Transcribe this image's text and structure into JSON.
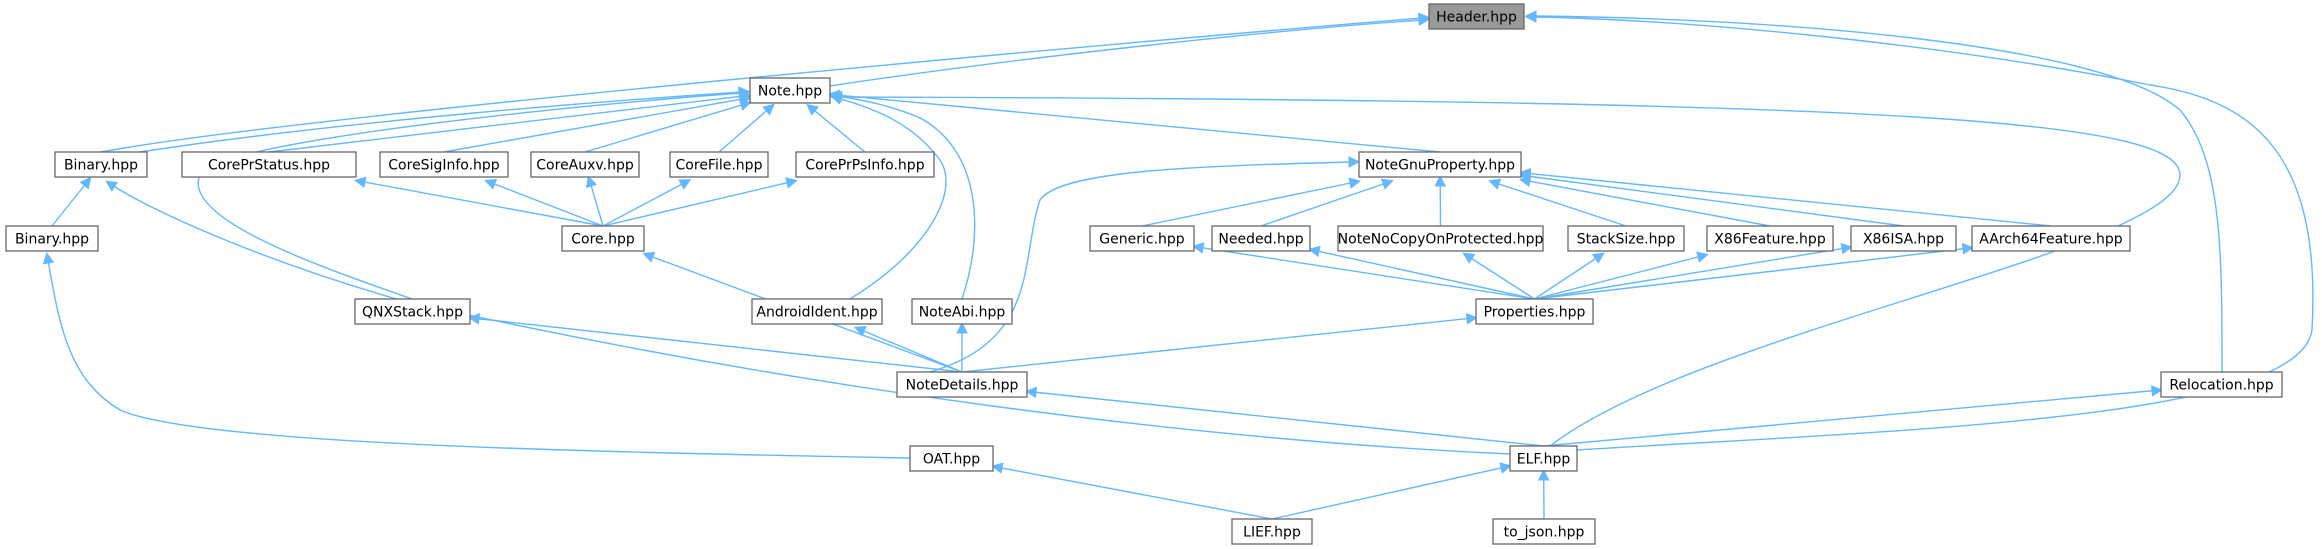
{
  "graph": {
    "nodes": [
      {
        "id": "header",
        "label": "Header.hpp",
        "highlight": true
      },
      {
        "id": "note",
        "label": "Note.hpp"
      },
      {
        "id": "binary1",
        "label": "Binary.hpp"
      },
      {
        "id": "coreprstatus",
        "label": "CorePrStatus.hpp"
      },
      {
        "id": "coresiginfo",
        "label": "CoreSigInfo.hpp"
      },
      {
        "id": "coreauxv",
        "label": "CoreAuxv.hpp"
      },
      {
        "id": "corefile",
        "label": "CoreFile.hpp"
      },
      {
        "id": "coreprpsinfo",
        "label": "CorePrPsInfo.hpp"
      },
      {
        "id": "notegnuproperty",
        "label": "NoteGnuProperty.hpp"
      },
      {
        "id": "binary2",
        "label": "Binary.hpp"
      },
      {
        "id": "core",
        "label": "Core.hpp"
      },
      {
        "id": "generic",
        "label": "Generic.hpp"
      },
      {
        "id": "needed",
        "label": "Needed.hpp"
      },
      {
        "id": "notenocopy",
        "label": "NoteNoCopyOnProtected.hpp"
      },
      {
        "id": "stacksize",
        "label": "StackSize.hpp"
      },
      {
        "id": "x86feature",
        "label": "X86Feature.hpp"
      },
      {
        "id": "x86isa",
        "label": "X86ISA.hpp"
      },
      {
        "id": "aarch64feature",
        "label": "AArch64Feature.hpp"
      },
      {
        "id": "qnxstack",
        "label": "QNXStack.hpp"
      },
      {
        "id": "androidident",
        "label": "AndroidIdent.hpp"
      },
      {
        "id": "noteabi",
        "label": "NoteAbi.hpp"
      },
      {
        "id": "properties",
        "label": "Properties.hpp"
      },
      {
        "id": "notedetails",
        "label": "NoteDetails.hpp"
      },
      {
        "id": "relocation",
        "label": "Relocation.hpp"
      },
      {
        "id": "oat",
        "label": "OAT.hpp"
      },
      {
        "id": "elf",
        "label": "ELF.hpp"
      },
      {
        "id": "lief",
        "label": "LIEF.hpp"
      },
      {
        "id": "tojson",
        "label": "to_json.hpp"
      }
    ],
    "edges": [
      {
        "from": "note",
        "to": "header"
      },
      {
        "from": "binary1",
        "to": "header"
      },
      {
        "from": "relocation",
        "to": "header"
      },
      {
        "from": "elf",
        "to": "header"
      },
      {
        "from": "binary1",
        "to": "note"
      },
      {
        "from": "coreprstatus",
        "to": "note"
      },
      {
        "from": "coresiginfo",
        "to": "note"
      },
      {
        "from": "coreauxv",
        "to": "note"
      },
      {
        "from": "corefile",
        "to": "note"
      },
      {
        "from": "coreprpsinfo",
        "to": "note"
      },
      {
        "from": "notegnuproperty",
        "to": "note"
      },
      {
        "from": "qnxstack",
        "to": "note"
      },
      {
        "from": "androidident",
        "to": "note"
      },
      {
        "from": "noteabi",
        "to": "note"
      },
      {
        "from": "elf",
        "to": "note"
      },
      {
        "from": "binary2",
        "to": "binary1"
      },
      {
        "from": "elf",
        "to": "binary1"
      },
      {
        "from": "core",
        "to": "coreprstatus"
      },
      {
        "from": "core",
        "to": "coresiginfo"
      },
      {
        "from": "core",
        "to": "coreauxv"
      },
      {
        "from": "core",
        "to": "corefile"
      },
      {
        "from": "core",
        "to": "coreprpsinfo"
      },
      {
        "from": "generic",
        "to": "notegnuproperty"
      },
      {
        "from": "needed",
        "to": "notegnuproperty"
      },
      {
        "from": "notenocopy",
        "to": "notegnuproperty"
      },
      {
        "from": "stacksize",
        "to": "notegnuproperty"
      },
      {
        "from": "x86feature",
        "to": "notegnuproperty"
      },
      {
        "from": "x86isa",
        "to": "notegnuproperty"
      },
      {
        "from": "aarch64feature",
        "to": "notegnuproperty"
      },
      {
        "from": "notedetails",
        "to": "notegnuproperty"
      },
      {
        "from": "oat",
        "to": "binary2"
      },
      {
        "from": "notedetails",
        "to": "core"
      },
      {
        "from": "properties",
        "to": "generic"
      },
      {
        "from": "properties",
        "to": "needed"
      },
      {
        "from": "properties",
        "to": "notenocopy"
      },
      {
        "from": "properties",
        "to": "stacksize"
      },
      {
        "from": "properties",
        "to": "x86feature"
      },
      {
        "from": "properties",
        "to": "x86isa"
      },
      {
        "from": "properties",
        "to": "aarch64feature"
      },
      {
        "from": "notedetails",
        "to": "qnxstack"
      },
      {
        "from": "notedetails",
        "to": "androidident"
      },
      {
        "from": "notedetails",
        "to": "noteabi"
      },
      {
        "from": "notedetails",
        "to": "properties"
      },
      {
        "from": "elf",
        "to": "notedetails"
      },
      {
        "from": "elf",
        "to": "relocation"
      },
      {
        "from": "lief",
        "to": "oat"
      },
      {
        "from": "lief",
        "to": "elf"
      },
      {
        "from": "tojson",
        "to": "elf"
      }
    ]
  }
}
